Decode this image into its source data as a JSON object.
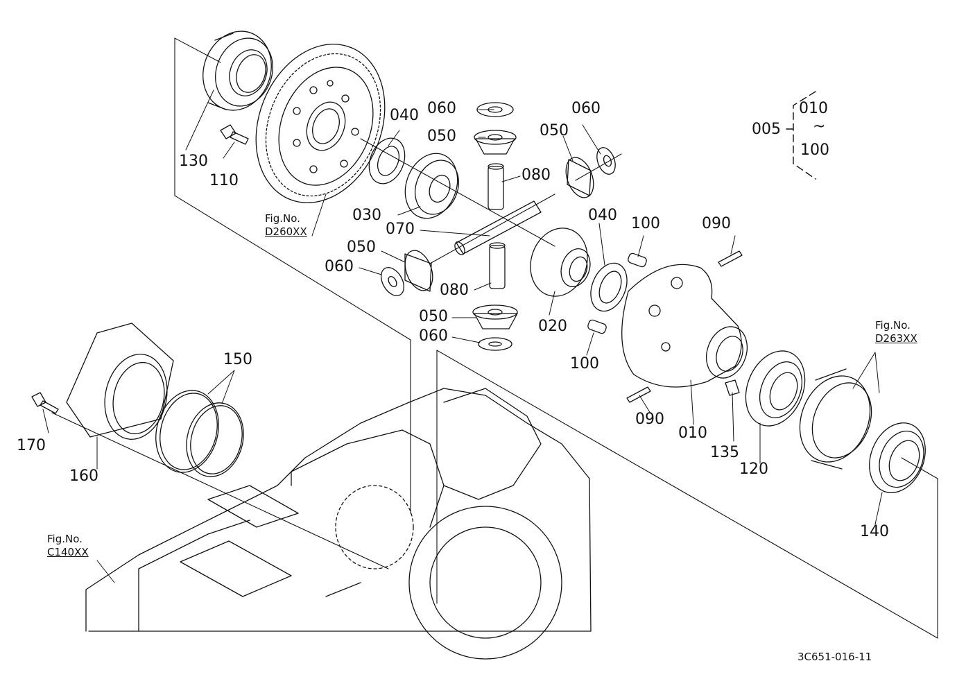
{
  "parts": {
    "p005": "005",
    "p010a": "010",
    "p100a": "100",
    "p130": "130",
    "p110": "110",
    "p040a": "040",
    "p060a": "060",
    "p050a": "050",
    "p060b": "060",
    "p050b": "050",
    "p080a": "080",
    "p030": "030",
    "p070": "070",
    "p040b": "040",
    "p100b": "100",
    "p090a": "090",
    "p050c": "050",
    "p060c": "060",
    "p080b": "080",
    "p020": "020",
    "p050d": "050",
    "p060d": "060",
    "p100c": "100",
    "p150": "150",
    "p170": "170",
    "p160": "160",
    "p090b": "090",
    "p010b": "010",
    "p135": "135",
    "p120": "120",
    "p140": "140"
  },
  "range_symbol": "~",
  "fig_refs": {
    "caption": "Fig.No.",
    "d260": "D260XX",
    "d263": "D263XX",
    "c140": "C140XX"
  },
  "drawing_code": "3C651-016-11"
}
